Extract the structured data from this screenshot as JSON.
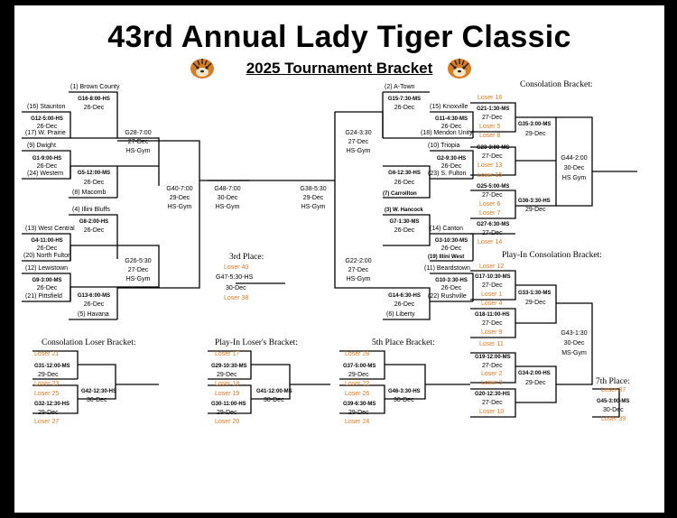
{
  "header": {
    "title": "43rd Annual Lady Tiger Classic",
    "subtitle": "2025 Tournament Bracket"
  },
  "section_titles": {
    "consolation": "Consolation Bracket:",
    "play_in_consolation": "Play-In Consolation Bracket:",
    "consolation_loser": "Consolation Loser Bracket:",
    "play_in_loser": "Play-In Loser's Bracket:",
    "fifth_place": "5th Place Bracket:",
    "third_place": "3rd Place:",
    "seventh_place": "7th Place:"
  },
  "teams": {
    "brown_county": "(1) Brown County",
    "staunton": "(16) Staunton",
    "w_prairie": "(17) W. Prairie",
    "dwight": "(9) Dwight",
    "western": "(24) Western",
    "macomb": "(8) Macomb",
    "illini_bluffs": "(4) Illini Bluffs",
    "west_central": "(13) West Central",
    "north_fulton": "(20) North Fulton",
    "lewistown": "(12) Lewistown",
    "pittsfield": "(21) Pittsfield",
    "havana": "(5) Havana",
    "a_town": "(2) A-Town",
    "knoxville": "(15) Knoxville",
    "mendon_unity": "(18) Mendon Unity",
    "triopia": "(10) Triopia",
    "s_fulton": "(23) S. Fulton",
    "carrollton": "(7) Carrollton",
    "w_hancock": "(3) W. Hancock",
    "canton": "(14) Canton",
    "illini_west": "(19) Illini West",
    "beardstown": "(11) Beardstown",
    "rushville": "(22) Rushville",
    "liberty": "(6) Liberty"
  },
  "games": {
    "g16": {
      "code": "G16-8:00-HS",
      "date": "26-Dec"
    },
    "g12": {
      "code": "G12-5:00-HS",
      "date": "26-Dec"
    },
    "g1": {
      "code": "G1-9:00-HS",
      "date": "26-Dec"
    },
    "g5": {
      "code": "G5-12:00-MS",
      "date": "26-Dec"
    },
    "g8": {
      "code": "G8-2:00-HS",
      "date": "26-Dec"
    },
    "g4": {
      "code": "G4-11:00-HS",
      "date": "26-Dec"
    },
    "g9": {
      "code": "G9-3:00-MS",
      "date": "26-Dec"
    },
    "g13": {
      "code": "G13-6:00-MS",
      "date": "26-Dec"
    },
    "g28": {
      "code": "G28-7:00",
      "date": "27-Dec",
      "site": "HS-Gym"
    },
    "g26": {
      "code": "G26-5:30",
      "date": "27-Dec",
      "site": "HS-Gym"
    },
    "g40": {
      "code": "G40-7:00",
      "date": "29-Dec",
      "site": "HS-Gym"
    },
    "g48": {
      "code": "G48-7:00",
      "date": "30-Dec",
      "site": "HS-Gym"
    },
    "g47": {
      "code": "G47-5:30-HS",
      "date": "30-Dec"
    },
    "g38": {
      "code": "G38-5:30",
      "date": "29-Dec",
      "site": "HS-Gym"
    },
    "g24": {
      "code": "G24-3:30",
      "date": "27-Dec",
      "site": "HS-Gym"
    },
    "g22": {
      "code": "G22-2:00",
      "date": "27-Dec",
      "site": "HS-Gym"
    },
    "g15": {
      "code": "G15-7:30-MS",
      "date": "26-Dec"
    },
    "g11": {
      "code": "G11-4:30-MS",
      "date": "26-Dec"
    },
    "g2": {
      "code": "G2-9:30-HS",
      "date": "26-Dec"
    },
    "g6": {
      "code": "G6-12:30-HS",
      "date": "26-Dec"
    },
    "g7": {
      "code": "G7-1:30-MS",
      "date": "26-Dec"
    },
    "g3": {
      "code": "G3-10:30-MS",
      "date": "26-Dec"
    },
    "g10": {
      "code": "G10-3:30-HS",
      "date": "26-Dec"
    },
    "g14": {
      "code": "G14-6:30-HS",
      "date": "26-Dec"
    },
    "g21": {
      "code": "G21-1:30-MS",
      "date": "27-Dec"
    },
    "g23": {
      "code": "G23-3:00-MS",
      "date": "27-Dec"
    },
    "g25": {
      "code": "G25-5:00-MS",
      "date": "27-Dec"
    },
    "g27": {
      "code": "G27-6:30-MS",
      "date": "27-Dec"
    },
    "g35": {
      "code": "G35-3:00-MS",
      "date": "29-Dec"
    },
    "g36": {
      "code": "G36-3:30-HS",
      "date": "29-Dec"
    },
    "g44": {
      "code": "G44-2:00",
      "date": "30-Dec",
      "site": "HS Gym"
    },
    "g17": {
      "code": "G17-10:30-MS",
      "date": "27-Dec"
    },
    "g18": {
      "code": "G18-11:00-HS",
      "date": "27-Dec"
    },
    "g19": {
      "code": "G19-12:00-MS",
      "date": "27-Dec"
    },
    "g20": {
      "code": "G20-12:30-HS",
      "date": "27-Dec"
    },
    "g33": {
      "code": "G33-1:30-MS",
      "date": "29-Dec"
    },
    "g34": {
      "code": "G34-2:00-HS",
      "date": "29-Dec"
    },
    "g43": {
      "code": "G43-1:30",
      "date": "30-Dec",
      "site": "MS-Gym"
    },
    "g45": {
      "code": "G45-3:00-MS",
      "date": "30-Dec"
    },
    "g31": {
      "code": "G31-12:00-MS",
      "date": "29-Dec"
    },
    "g32": {
      "code": "G32-12:30-HS",
      "date": "29-Dec"
    },
    "g42": {
      "code": "G42-12:30-HS",
      "date": "30-Dec"
    },
    "g29": {
      "code": "G29-10:30-MS",
      "date": "29-Dec"
    },
    "g30": {
      "code": "G30-11:00-HS",
      "date": "29-Dec"
    },
    "g41": {
      "code": "G41-12:00-MS",
      "date": "30-Dec"
    },
    "g37": {
      "code": "G37-5:00-MS",
      "date": "29-Dec"
    },
    "g39": {
      "code": "G39-6:30-MS",
      "date": "29-Dec"
    },
    "g46": {
      "code": "G46-3:30-HS",
      "date": "30-Dec"
    }
  },
  "losers": {
    "l1": "Loser 1",
    "l2": "Loser 2",
    "l3": "Loser 3",
    "l4": "Loser 4",
    "l5": "Loser 5",
    "l6": "Loser 6",
    "l7": "Loser 7",
    "l8": "Loser 8",
    "l9": "Loser 9",
    "l10": "Loser 10",
    "l11": "Loser 11",
    "l12": "Loser 12",
    "l13": "Loser 13",
    "l14": "Loser 14",
    "l15": "Loser 15",
    "l16": "Loser 16",
    "l17": "Loser 17",
    "l18": "Loser 18",
    "l19": "Loser 19",
    "l20": "Loser 20",
    "l21": "Loser 21",
    "l22": "Loser 22",
    "l23": "Loser 23",
    "l24": "Loser 24",
    "l25": "Loser 25",
    "l26": "Loser 26",
    "l27": "Loser 27",
    "l28": "Loser 28",
    "l37": "Loser 37",
    "l38": "Loser 38",
    "l39": "Loser 39",
    "l40": "Loser 40"
  },
  "colors": {
    "loser_text": "#e07a1f",
    "line": "#000000",
    "frame": "#000000"
  },
  "icons": {
    "left": "tiger-icon",
    "right": "tiger-icon"
  }
}
